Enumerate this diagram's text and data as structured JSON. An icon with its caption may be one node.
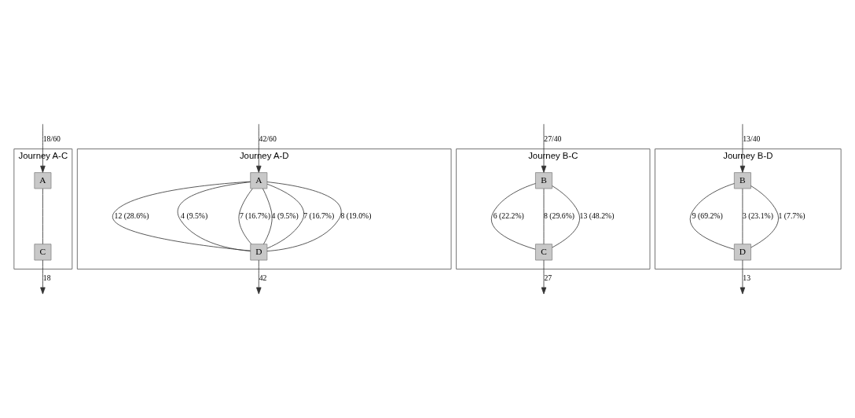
{
  "diagram": {
    "nodes": [
      {
        "text": [
          "Journey A-C"
        ]
      },
      {
        "text": [
          "A"
        ],
        "in": 0
      },
      {
        "text": [
          "C"
        ],
        "in": 0
      },
      {
        "text": [
          "Journey A-D"
        ]
      },
      {
        "text": [
          "A"
        ],
        "in": 3
      },
      {
        "text": [
          "D"
        ],
        "in": 3
      },
      {
        "text": [
          "Journey B-C"
        ]
      },
      {
        "text": [
          "B"
        ],
        "in": 6
      },
      {
        "text": [
          "C"
        ],
        "in": 6
      },
      {
        "text": [
          "Journey B-D"
        ]
      },
      {
        "text": [
          "B"
        ],
        "in": 9
      },
      {
        "text": [
          "D"
        ],
        "in": 9
      }
    ],
    "edges": [
      {
        "from": null,
        "to": 1,
        "arrow": "to",
        "label": "18/60"
      },
      {
        "from": 1,
        "to": 2,
        "arrow": "none"
      },
      {
        "from": 2,
        "to": null,
        "arrow": "to",
        "label": "18"
      },
      {
        "from": null,
        "to": 4,
        "arrow": "to",
        "label": "42/60"
      },
      {
        "from": 4,
        "to": 5,
        "arrow": "none",
        "label": "12 (28.6%)"
      },
      {
        "from": 4,
        "to": 5,
        "arrow": "none",
        "label": "4 (9.5%)"
      },
      {
        "from": 4,
        "to": 5,
        "arrow": "none",
        "label": "7 (16.7%)"
      },
      {
        "from": 4,
        "to": 5,
        "arrow": "none",
        "label": "4 (9.5%)"
      },
      {
        "from": 4,
        "to": 5,
        "arrow": "none",
        "label": "7 (16.7%)"
      },
      {
        "from": 4,
        "to": 5,
        "arrow": "none",
        "label": "8 (19.0%)"
      },
      {
        "from": 5,
        "to": null,
        "arrow": "to",
        "label": "42"
      },
      {
        "from": null,
        "to": 7,
        "arrow": "to",
        "label": "27/40"
      },
      {
        "from": 7,
        "to": 8,
        "arrow": "none",
        "label": "6 (22.2%)"
      },
      {
        "from": 7,
        "to": 8,
        "arrow": "none",
        "label": "8 (29.6%)"
      },
      {
        "from": 7,
        "to": 8,
        "arrow": "none",
        "label": "13 (48.2%)"
      },
      {
        "from": 8,
        "to": null,
        "arrow": "to",
        "label": "27"
      },
      {
        "from": null,
        "to": 10,
        "arrow": "to",
        "label": "13/40"
      },
      {
        "from": 10,
        "to": 11,
        "arrow": "none",
        "label": "9 (69.2%)"
      },
      {
        "from": 10,
        "to": 11,
        "arrow": "none",
        "label": "3 (23.1%)"
      },
      {
        "from": 10,
        "to": 11,
        "arrow": "none",
        "label": "1 (7.7%)"
      },
      {
        "from": 11,
        "to": null,
        "arrow": "to",
        "label": "13"
      }
    ]
  }
}
